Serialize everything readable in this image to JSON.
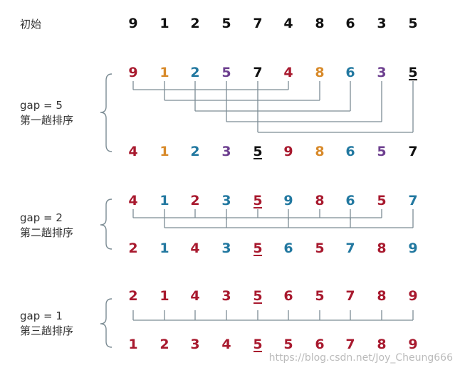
{
  "colors": {
    "black": "#111111",
    "red": "#a8192e",
    "orange": "#d88a2a",
    "blue": "#2278a0",
    "purple": "#6d3f8f",
    "line": "#7c8c94",
    "label": "#333333"
  },
  "initial": {
    "label": "初始",
    "values": [
      "9",
      "1",
      "2",
      "5",
      "7",
      "4",
      "8",
      "6",
      "3",
      "5"
    ]
  },
  "passes": [
    {
      "gap_label": "gap = 5",
      "pass_label": "第一趟排序",
      "before": [
        "9",
        "1",
        "2",
        "5",
        "7",
        "4",
        "8",
        "6",
        "3",
        "5"
      ],
      "before_colors": [
        "red",
        "orange",
        "blue",
        "purple",
        "black",
        "red",
        "orange",
        "blue",
        "purple",
        "black"
      ],
      "after": [
        "4",
        "1",
        "2",
        "3",
        "5",
        "9",
        "8",
        "6",
        "5",
        "7"
      ],
      "after_colors": [
        "red",
        "orange",
        "blue",
        "purple",
        "black",
        "red",
        "orange",
        "blue",
        "purple",
        "black"
      ],
      "underline_before": 9,
      "underline_after": 4
    },
    {
      "gap_label": "gap = 2",
      "pass_label": "第二趟排序",
      "before": [
        "4",
        "1",
        "2",
        "3",
        "5",
        "9",
        "8",
        "6",
        "5",
        "7"
      ],
      "before_colors": [
        "red",
        "blue",
        "red",
        "blue",
        "red",
        "blue",
        "red",
        "blue",
        "red",
        "blue"
      ],
      "after": [
        "2",
        "1",
        "4",
        "3",
        "5",
        "6",
        "5",
        "7",
        "8",
        "9"
      ],
      "after_colors": [
        "red",
        "blue",
        "red",
        "blue",
        "red",
        "blue",
        "red",
        "blue",
        "red",
        "blue"
      ],
      "underline_before": 4,
      "underline_after": 4
    },
    {
      "gap_label": "gap = 1",
      "pass_label": "第三趟排序",
      "before": [
        "2",
        "1",
        "4",
        "3",
        "5",
        "6",
        "5",
        "7",
        "8",
        "9"
      ],
      "before_colors": [
        "red",
        "red",
        "red",
        "red",
        "red",
        "red",
        "red",
        "red",
        "red",
        "red"
      ],
      "after": [
        "1",
        "2",
        "3",
        "4",
        "5",
        "5",
        "6",
        "7",
        "8",
        "9"
      ],
      "after_colors": [
        "red",
        "red",
        "red",
        "red",
        "red",
        "red",
        "red",
        "red",
        "red",
        "red"
      ],
      "underline_before": 4,
      "underline_after": 4
    }
  ],
  "watermark": "https://blog.csdn.net/Joy_Cheung666"
}
